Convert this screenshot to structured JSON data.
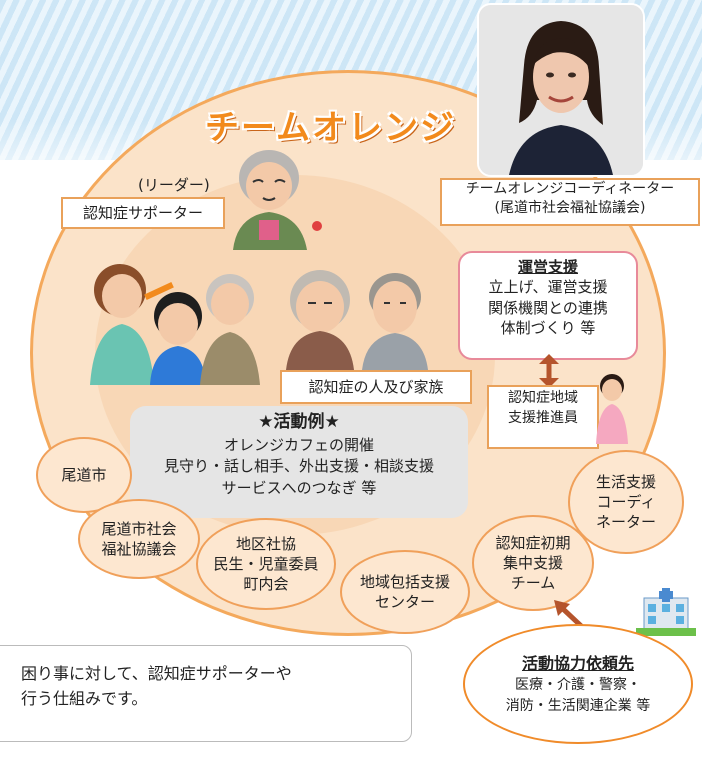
{
  "title": "チームオレンジ",
  "leader_label": "(リーダー)",
  "coordinator": {
    "line1": "チームオレンジコーディネーター",
    "line2": "(尾道市社会福祉協議会)"
  },
  "supporter_label": "認知症サポーター",
  "family_label": "認知症の人及び家族",
  "operation_support": {
    "heading": "運営支援",
    "line1": "立上げ、運営支援",
    "line2": "関係機関との連携",
    "line3": "体制づくり 等"
  },
  "promoter": {
    "line1": "認知症地域",
    "line2": "支援推進員"
  },
  "activity_examples": {
    "heading": "★活動例★",
    "line1": "オレンジカフェの開催",
    "line2": "見守り・話し相手、外出支援・相談支援",
    "line3": "サービスへのつなぎ 等"
  },
  "orgs": {
    "onomichi_city": "尾道市",
    "social_welfare_line1": "尾道市社会",
    "social_welfare_line2": "福祉協議会",
    "district_line1": "地区社協",
    "district_line2": "民生・児童委員",
    "district_line3": "町内会",
    "comprehensive_line1": "地域包括支援",
    "comprehensive_line2": "センター",
    "early_team_line1": "認知症初期",
    "early_team_line2": "集中支援",
    "early_team_line3": "チーム",
    "life_support_line1": "生活支援",
    "life_support_line2": "コーディ",
    "life_support_line3": "ネーター"
  },
  "cooperation_request": {
    "heading": "活動協力依頼先",
    "line1": "医療・介護・警察・",
    "line2": "消防・生活関連企業 等"
  },
  "bottom_text": {
    "line1": "困り事に対して、認知症サポーターや",
    "line2": "行う仕組みです。"
  },
  "colors": {
    "accent_orange": "#f28a1c",
    "circle_fill": "#fbe3c9",
    "arrow_brown": "#b5542c",
    "support_border": "#e88a9a"
  }
}
